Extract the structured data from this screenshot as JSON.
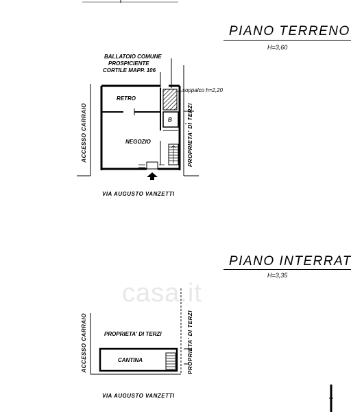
{
  "ground_floor": {
    "title": "PIANO TERRENO",
    "height": "H=3,60",
    "balcony_label_1": "BALLATOIO COMUNE",
    "balcony_label_2": "PROSPICIENTE",
    "balcony_label_3": "CORTILE MAPP. 106",
    "room_retro": "RETRO",
    "room_negozio": "NEGOZIO",
    "room_b": "B",
    "soppalco": "soppalco h=2,20",
    "left_side": "ACCESSO CARRAIO",
    "right_side": "PROPRIETA' DI TERZI",
    "street": "VIA AUGUSTO VANZETTI"
  },
  "basement": {
    "title": "PIANO INTERRATO",
    "height": "H=3,35",
    "left_side": "ACCESSO CARRAIO",
    "right_side": "PROPRIETA' DI TERZI",
    "top_area": "PROPRIETA' DI TERZI",
    "room_cantina": "CANTINA",
    "street": "VIA AUGUSTO VANZETTI"
  },
  "watermark": "casa.it"
}
